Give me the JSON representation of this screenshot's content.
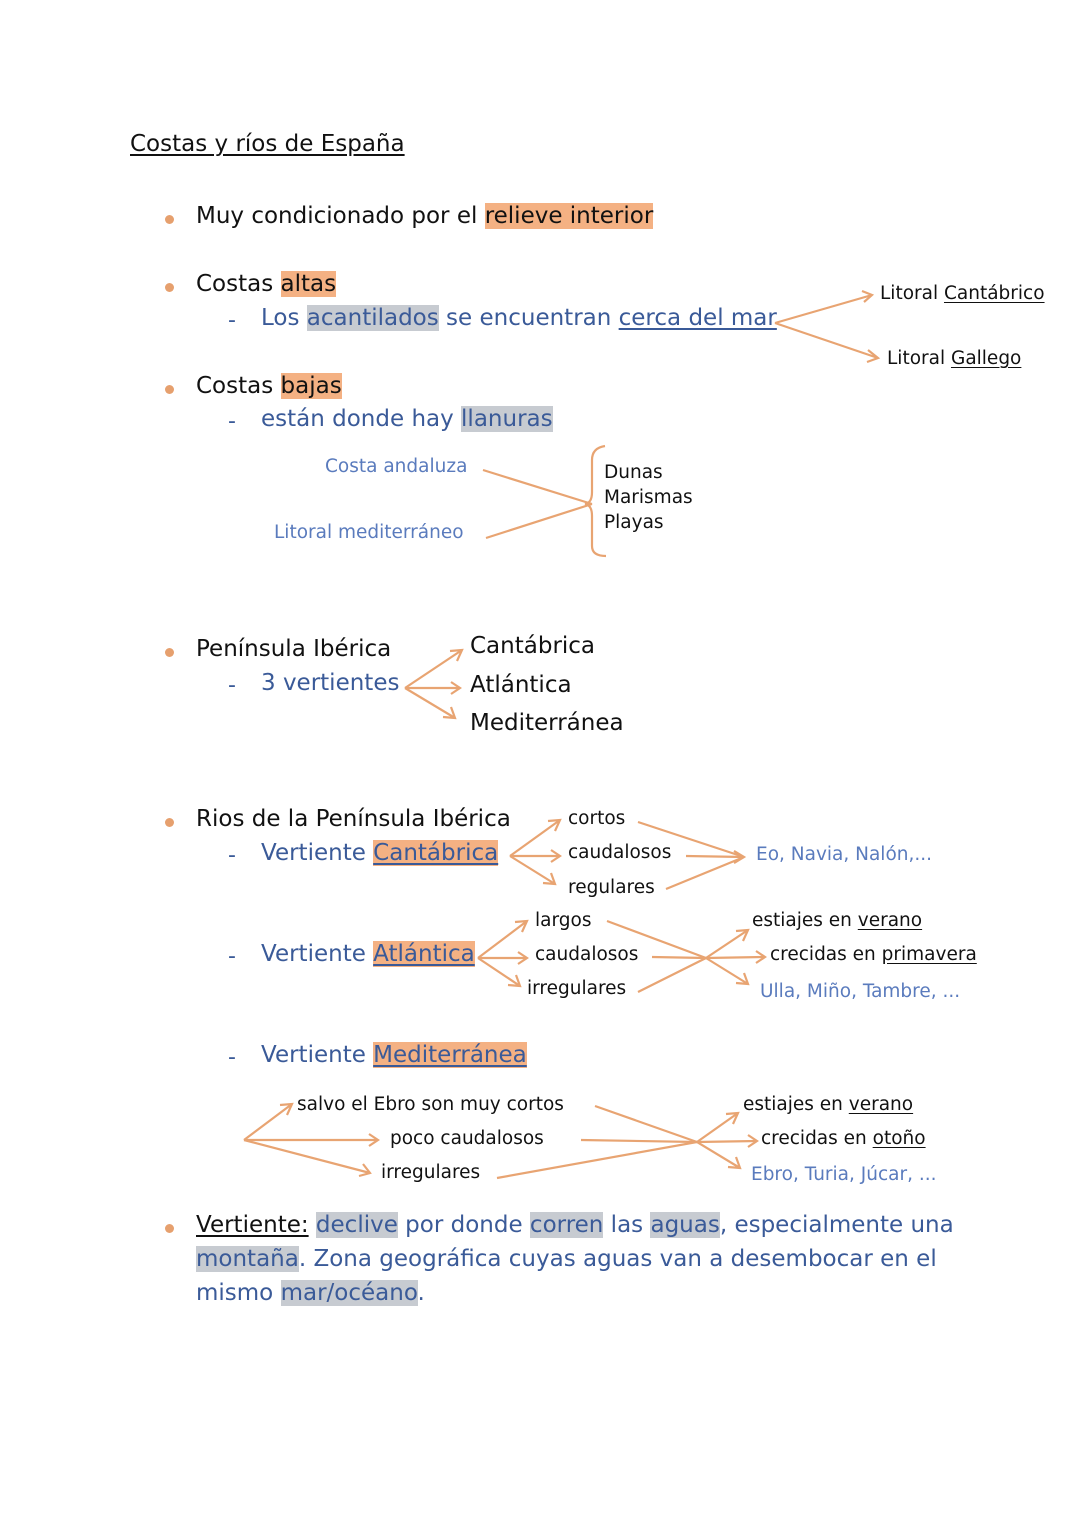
{
  "title": "Costas y ríos de España",
  "s1": {
    "pre": "Muy condicionado por el ",
    "hl": "relieve interior"
  },
  "altas": {
    "pre": "Costas ",
    "hl": "altas",
    "sub_los": "Los ",
    "sub_hl": "acantilados",
    "sub_mid": " se encuentran ",
    "sub_ul": "cerca del mar",
    "lit1_pre": "Litoral ",
    "lit1_ul": "Cantábrico",
    "lit2_pre": "Litoral ",
    "lit2_ul": "Gallego"
  },
  "bajas": {
    "pre": "Costas ",
    "hl": "bajas",
    "sub_pre": "están donde hay ",
    "sub_hl": "llanuras",
    "left1": "Costa andaluza",
    "left2": "Litoral mediterráneo",
    "items": [
      "Dunas",
      "Marismas",
      "Playas"
    ]
  },
  "peninsula": {
    "title": "Península Ibérica",
    "sub": "3 vertientes",
    "items": [
      "Cantábrica",
      "Atlántica",
      "Mediterránea"
    ]
  },
  "rios": {
    "title": "Rios de la Península Ibérica",
    "cant": {
      "pre": "Vertiente ",
      "hl": "Cantábrica",
      "items": [
        "cortos",
        "caudalosos",
        "regulares"
      ],
      "examples": "Eo, Navia, Nalón,..."
    },
    "atl": {
      "pre": "Vertiente ",
      "hl": "Atlántica",
      "items": [
        "largos",
        "caudalosos",
        "irregulares"
      ],
      "r1_pre": "estiajes en ",
      "r1_ul": "verano",
      "r2_pre": "crecidas en ",
      "r2_ul": "primavera",
      "examples": "Ulla, Miño, Tambre, ..."
    },
    "med": {
      "pre": "Vertiente ",
      "hl": "Mediterránea",
      "items": [
        "salvo el Ebro son muy cortos",
        "poco caudalosos",
        "irregulares"
      ],
      "r1_pre": "estiajes en ",
      "r1_ul": "verano",
      "r2_pre": "crecidas en ",
      "r2_ul": "otoño",
      "examples": "Ebro, Turia, Júcar, ..."
    }
  },
  "def": {
    "term": "Vertiente:",
    "sp": " ",
    "w1": "declive",
    "t1": " por donde ",
    "w2": "corren",
    "t2": " las ",
    "w3": "aguas",
    "t3": ", especialmente una",
    "w4": "montaña",
    "t4": ". Zona geográfica cuyas aguas van a desembocar en el",
    "t5": "mismo ",
    "w5": "mar/océano",
    "t6": "."
  },
  "colors": {
    "accent_orange": "#f4b183",
    "highlight_gray": "#c7cbd1",
    "text_blue": "#3a5a98",
    "arrow": "#e8a472"
  }
}
